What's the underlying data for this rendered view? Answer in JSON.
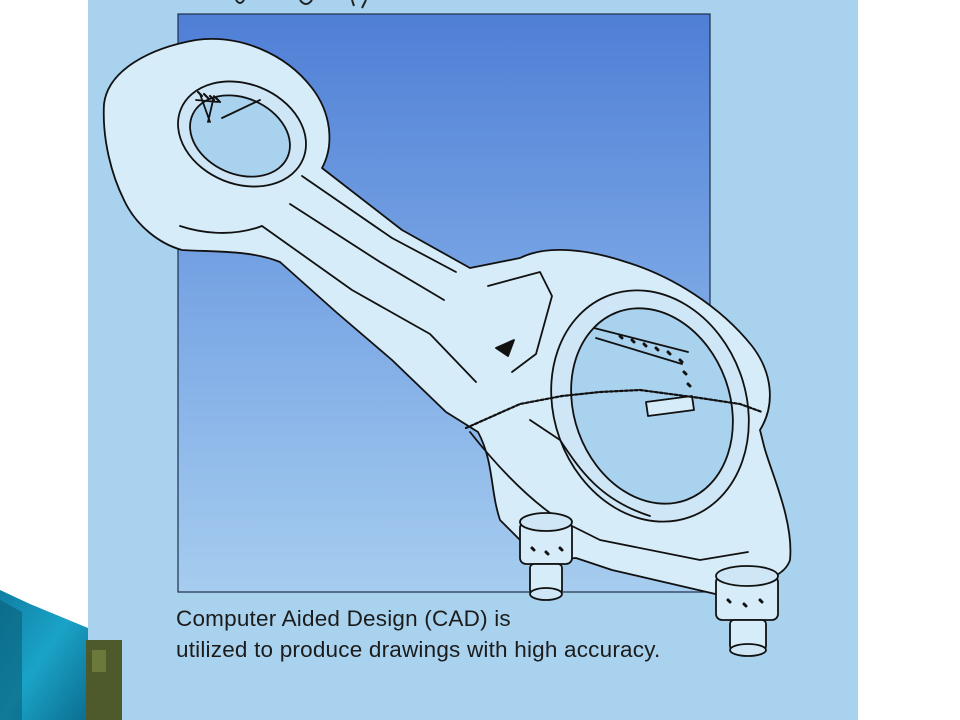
{
  "slide": {
    "caption_line1": "Computer Aided Design (CAD) is",
    "caption_line2": "utilized to produce drawings with high accuracy.",
    "image_subject": "connecting-rod-line-drawing"
  },
  "colors": {
    "page_background": "#ffffff",
    "scan_blue_light": "#a9d2ee",
    "panel_blue_top": "#4f7fd6",
    "panel_blue_bottom": "#a6cdef",
    "part_fill": "#d6ecf8",
    "line_ink": "#111111",
    "accent_teal": "#168fb0"
  }
}
